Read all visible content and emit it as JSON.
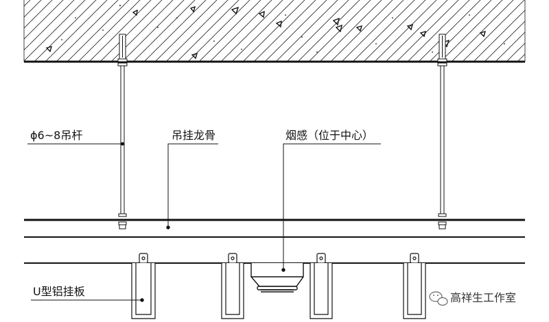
{
  "labels": {
    "rod": "ϕ6~8吊杆",
    "keel": "吊挂龙骨",
    "smoke": "烟感（位于中心）",
    "panel": "U型铝挂板"
  },
  "watermark": {
    "text": "高祥生工作室",
    "icon": "wechat-icon"
  },
  "colors": {
    "line": "#111111",
    "background": "#ffffff"
  }
}
